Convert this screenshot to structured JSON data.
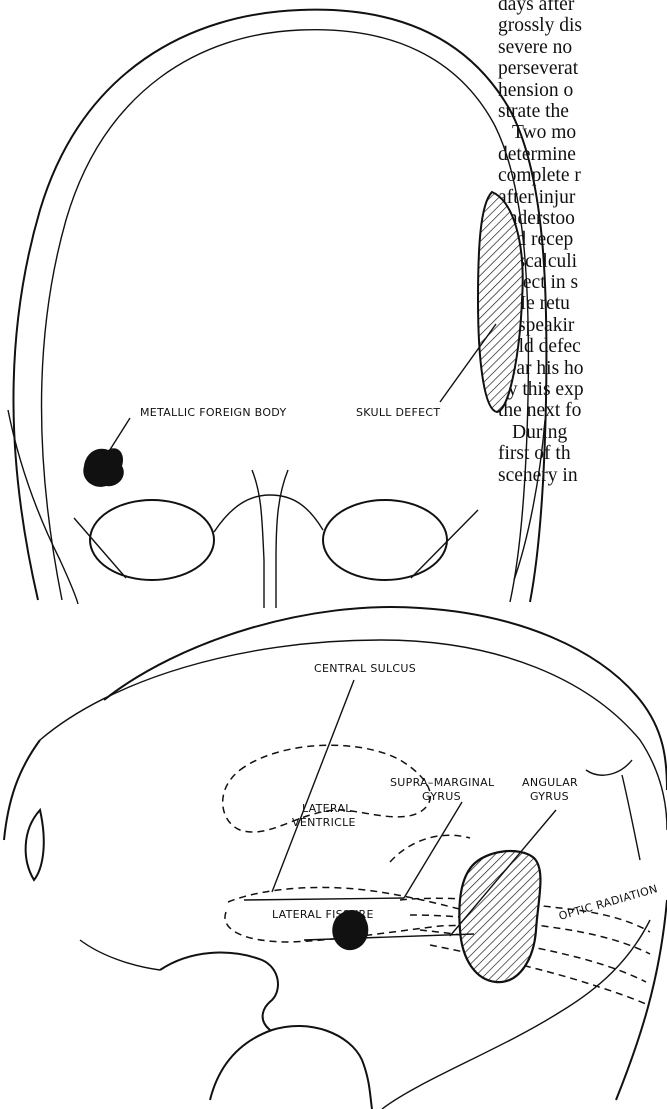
{
  "figure_top": {
    "labels": {
      "metallic_foreign_body": "METALLIC FOREIGN BODY",
      "skull_defect": "SKULL DEFECT"
    }
  },
  "figure_bottom": {
    "labels": {
      "central_sulcus": "CENTRAL SULCUS",
      "supra_marginal_line1": "SUPRA–MARGINAL",
      "supra_marginal_line2": "GYRUS",
      "angular_line1": "ANGULAR",
      "angular_line2": "GYRUS",
      "lateral_ventricle_line1": "LATERAL",
      "lateral_ventricle_line2": "VENTRICLE",
      "lateral_fissure": "LATERAL FISSURE",
      "optic_radiation": "OPTIC RADIATION"
    }
  },
  "body_text": {
    "lines": [
      "days  after",
      "grossly  dis",
      "severe  no",
      "perseverat",
      "hension  o",
      "strate  the",
      "Two  mo",
      "determine",
      "complete r",
      "after  injur",
      "understoo",
      "and  recep",
      "dyscalculi",
      "defect in s",
      "He  retu",
      "in  speakir",
      "field  defec",
      "near his ho",
      "by this exp",
      "the next fo",
      "During",
      "first  of  th",
      "scenery in"
    ]
  }
}
